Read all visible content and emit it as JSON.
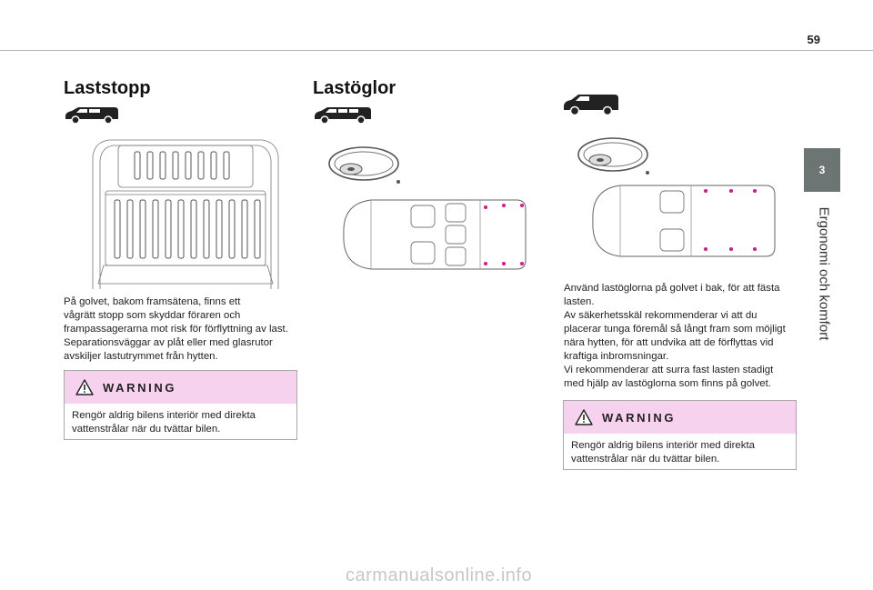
{
  "header": {
    "page_number": "59"
  },
  "side_tab": {
    "chapter_number": "3",
    "chapter_title": "Ergonomi och komfort"
  },
  "col1": {
    "heading": "Laststopp",
    "body_lines": [
      "På golvet, bakom framsätena, finns ett",
      "vågrätt stopp som skyddar föraren och",
      "frampassagerarna mot risk för förflyttning av last.",
      "Separationsväggar av plåt eller med glasrutor",
      "avskiljer lastutrymmet från hytten."
    ],
    "warning": {
      "title": "WARNING",
      "lines": [
        "Rengör aldrig bilens interiör med direkta",
        "vattenstrålar när du tvättar bilen."
      ]
    }
  },
  "col2": {
    "heading": "Lastöglor"
  },
  "col3": {
    "body_lines": [
      "Använd lastöglorna på golvet i bak, för att fästa",
      "lasten.",
      "Av säkerhetsskäl rekommenderar vi att du",
      "placerar tunga föremål så långt fram som möjligt",
      "nära hytten, för att undvika att de förflyttas vid",
      "kraftiga inbromsningar.",
      "Vi rekommenderar att surra fast lasten stadigt",
      "med hjälp av lastöglorna som finns på golvet."
    ],
    "warning": {
      "title": "WARNING",
      "lines": [
        "Rengör aldrig bilens interiör med direkta",
        "vattenstrålar när du tvättar bilen."
      ]
    }
  },
  "watermark": "carmanualsonline.info",
  "colors": {
    "warning_header": "#f6d2ee",
    "side_tab": "#6d7474",
    "anchor_dot": "#e0138c"
  }
}
